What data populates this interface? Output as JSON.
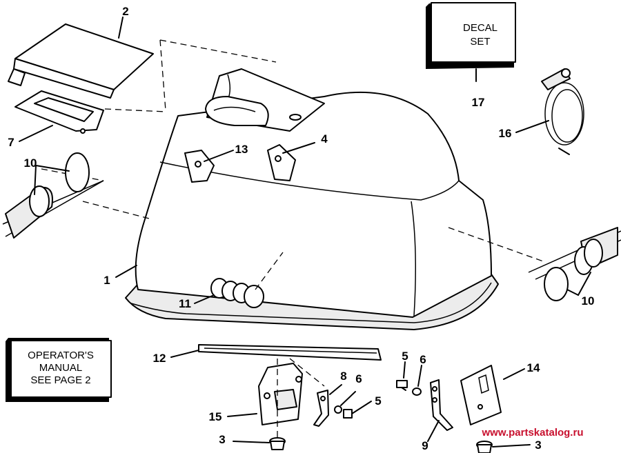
{
  "callouts": {
    "c1": "1",
    "c2": "2",
    "c3a": "3",
    "c3b": "3",
    "c4": "4",
    "c5a": "5",
    "c5b": "5",
    "c6a": "6",
    "c6b": "6",
    "c7": "7",
    "c8": "8",
    "c9": "9",
    "c10a": "10",
    "c10b": "10",
    "c11": "11",
    "c12": "12",
    "c13": "13",
    "c14": "14",
    "c15": "15",
    "c16": "16",
    "c17": "17"
  },
  "decal_box": {
    "line1": "DECAL",
    "line2": "SET"
  },
  "manual_box": {
    "line1": "OPERATOR'S",
    "line2": "MANUAL",
    "line3": "SEE PAGE 2"
  },
  "watermark": {
    "text": "www.partskatalog.ru",
    "color": "#c8102e"
  }
}
